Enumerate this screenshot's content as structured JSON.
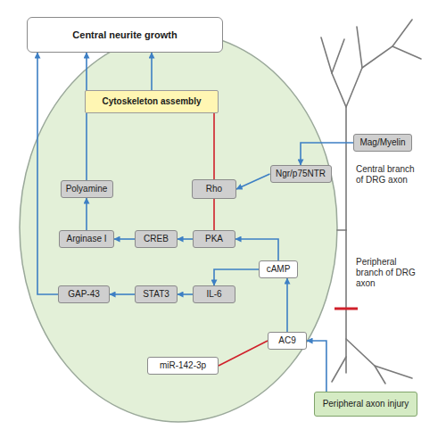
{
  "diagram": {
    "nodes": [
      {
        "text": [
          "Central neurite growth"
        ]
      },
      {
        "text": [
          "Cytoskeleton assembly"
        ]
      },
      {
        "text": [
          "Mag/Myelin"
        ]
      },
      {
        "text": [
          "Ngr/p75NTR"
        ]
      },
      {
        "text": [
          "Polyamine"
        ]
      },
      {
        "text": [
          "Rho"
        ]
      },
      {
        "text": [
          "Arginase I"
        ]
      },
      {
        "text": [
          "CREB"
        ]
      },
      {
        "text": [
          "PKA"
        ]
      },
      {
        "text": [
          "cAMP"
        ]
      },
      {
        "text": [
          "GAP-43"
        ]
      },
      {
        "text": [
          "STAT3"
        ]
      },
      {
        "text": [
          "IL-6"
        ]
      },
      {
        "text": [
          "AC9"
        ]
      },
      {
        "text": [
          "miR-142-3p"
        ]
      },
      {
        "text": [
          "Peripheral axon injury"
        ]
      }
    ],
    "edges": [
      {
        "from": 4,
        "to": 0,
        "arrow": "to"
      },
      {
        "from": 1,
        "to": 0,
        "arrow": "to"
      },
      {
        "from": 5,
        "to": 1,
        "arrow": "none"
      },
      {
        "from": 2,
        "to": 3,
        "arrow": "to"
      },
      {
        "from": 3,
        "to": 5,
        "arrow": "to"
      },
      {
        "from": 6,
        "to": 4,
        "arrow": "to"
      },
      {
        "from": 7,
        "to": 6,
        "arrow": "to"
      },
      {
        "from": 8,
        "to": 7,
        "arrow": "to"
      },
      {
        "from": 8,
        "to": 5,
        "arrow": "none"
      },
      {
        "from": 9,
        "to": 8,
        "arrow": "to"
      },
      {
        "from": 9,
        "to": 12,
        "arrow": "to"
      },
      {
        "from": 12,
        "to": 11,
        "arrow": "to"
      },
      {
        "from": 11,
        "to": 10,
        "arrow": "to"
      },
      {
        "from": 10,
        "to": 0,
        "arrow": "to"
      },
      {
        "from": 13,
        "to": 9,
        "arrow": "to"
      },
      {
        "from": 14,
        "to": 13,
        "arrow": "none"
      },
      {
        "from": 15,
        "to": 13,
        "arrow": "to"
      }
    ],
    "labels": [
      "Central branch of DRG axon",
      "Peripheral branch of DRG axon"
    ]
  }
}
